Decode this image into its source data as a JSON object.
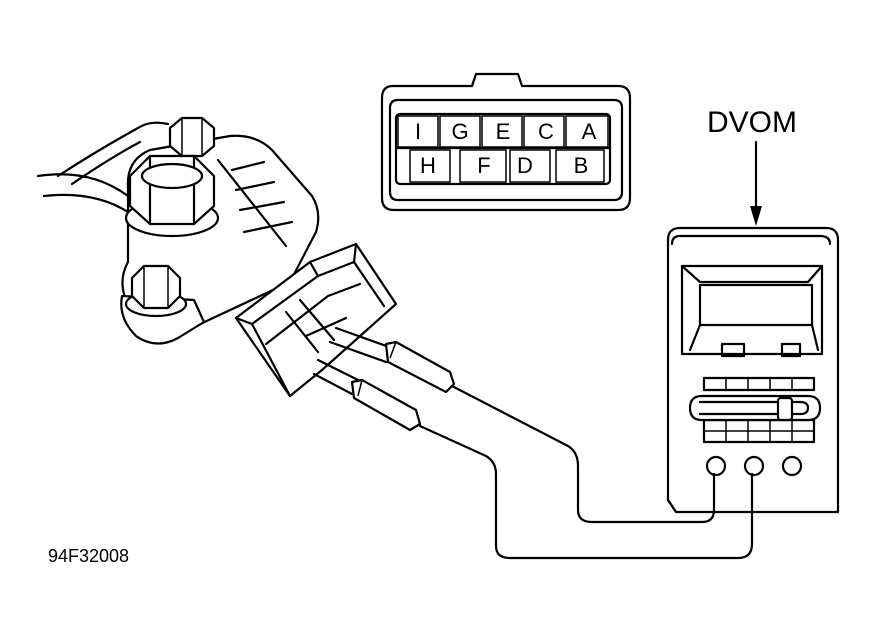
{
  "figure_id": "94F32008",
  "meter_label": "DVOM",
  "connector": {
    "top_row": [
      "I",
      "G",
      "E",
      "C",
      "A"
    ],
    "bottom_row": [
      "H",
      "F",
      "D",
      "B"
    ]
  }
}
